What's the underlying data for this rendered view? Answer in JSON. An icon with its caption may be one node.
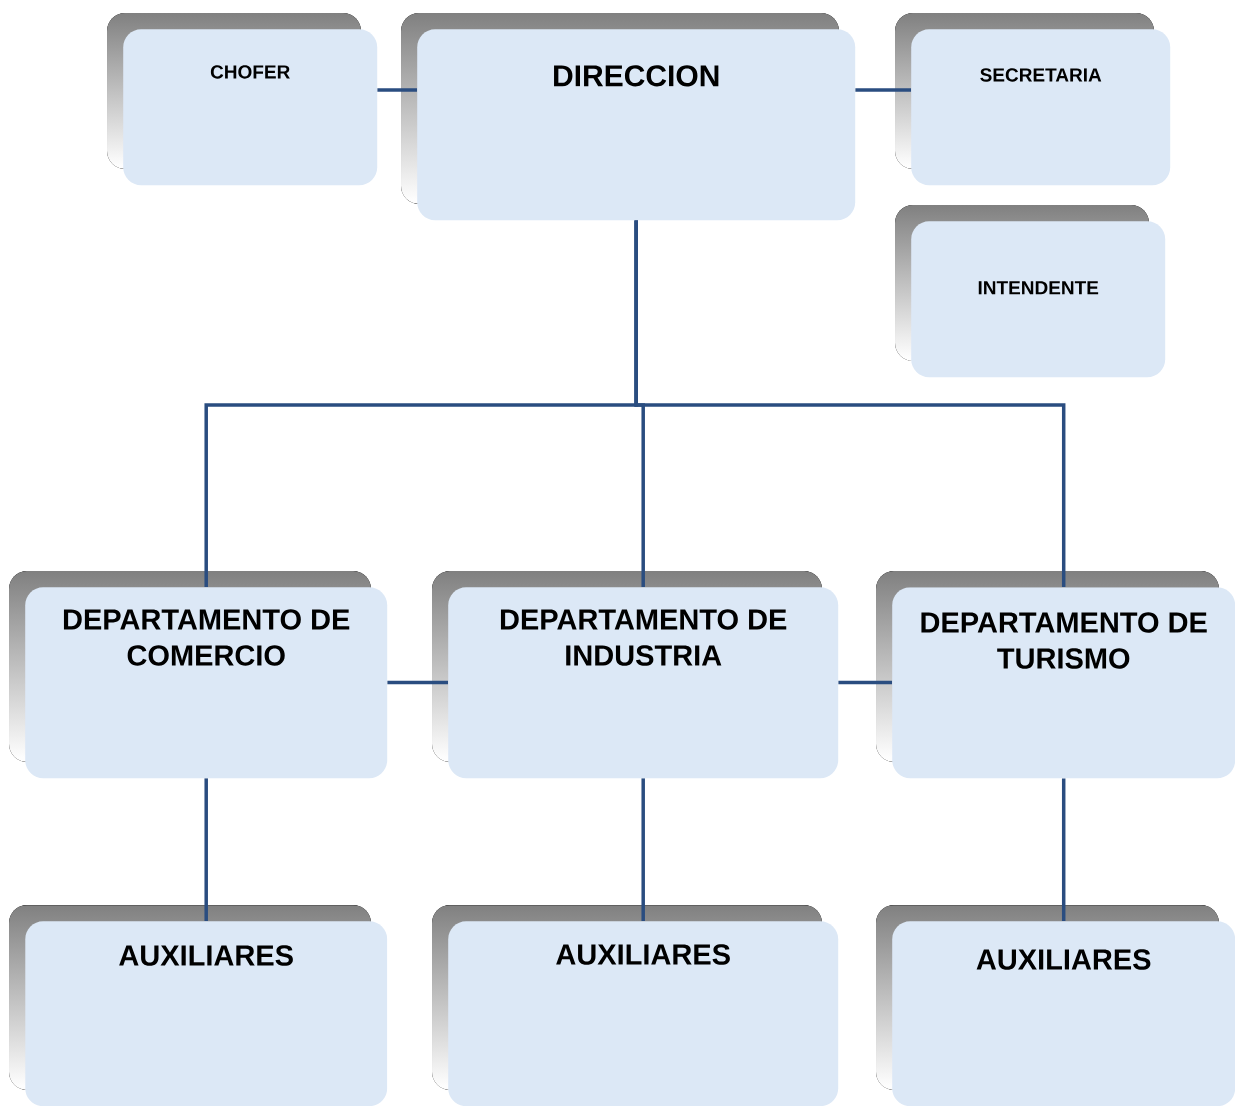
{
  "diagram": {
    "nodes": [
      {
        "text": [
          "CHOFER"
        ]
      },
      {
        "text": [
          "DIRECCION"
        ]
      },
      {
        "text": [
          "SECRETARIA"
        ]
      },
      {
        "text": [
          "INTENDENTE"
        ]
      },
      {
        "text": [
          "DEPARTAMENTO DE COMERCIO"
        ]
      },
      {
        "text": [
          "DEPARTAMENTO DE INDUSTRIA"
        ]
      },
      {
        "text": [
          "DEPARTAMENTO DE TURISMO"
        ]
      },
      {
        "text": [
          "AUXILIARES"
        ]
      },
      {
        "text": [
          "AUXILIARES"
        ]
      },
      {
        "text": [
          "AUXILIARES"
        ]
      }
    ],
    "edges": [
      {
        "from": 0,
        "to": 1,
        "arrow": "none"
      },
      {
        "from": 1,
        "to": 2,
        "arrow": "none"
      },
      {
        "from": 1,
        "to": 4,
        "arrow": "none"
      },
      {
        "from": 1,
        "to": 5,
        "arrow": "none"
      },
      {
        "from": 1,
        "to": 6,
        "arrow": "none"
      },
      {
        "from": 4,
        "to": 5,
        "arrow": "none"
      },
      {
        "from": 5,
        "to": 6,
        "arrow": "none"
      },
      {
        "from": 4,
        "to": 7,
        "arrow": "none"
      },
      {
        "from": 5,
        "to": 8,
        "arrow": "none"
      },
      {
        "from": 6,
        "to": 9,
        "arrow": "none"
      }
    ]
  }
}
